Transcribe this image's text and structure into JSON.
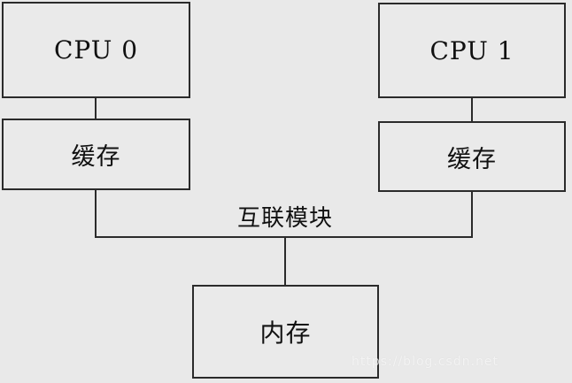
{
  "nodes": {
    "cpu0": {
      "label": "CPU 0"
    },
    "cpu1": {
      "label": "CPU 1"
    },
    "cache_left": {
      "label": "缓存"
    },
    "cache_right": {
      "label": "缓存"
    },
    "memory": {
      "label": "内存"
    }
  },
  "bus": {
    "label": "互联模块"
  },
  "watermark": {
    "text": "https://blog.csdn.net"
  },
  "colors": {
    "background": "#e9e9e9",
    "line": "#2b2b2b",
    "text": "#111111"
  }
}
